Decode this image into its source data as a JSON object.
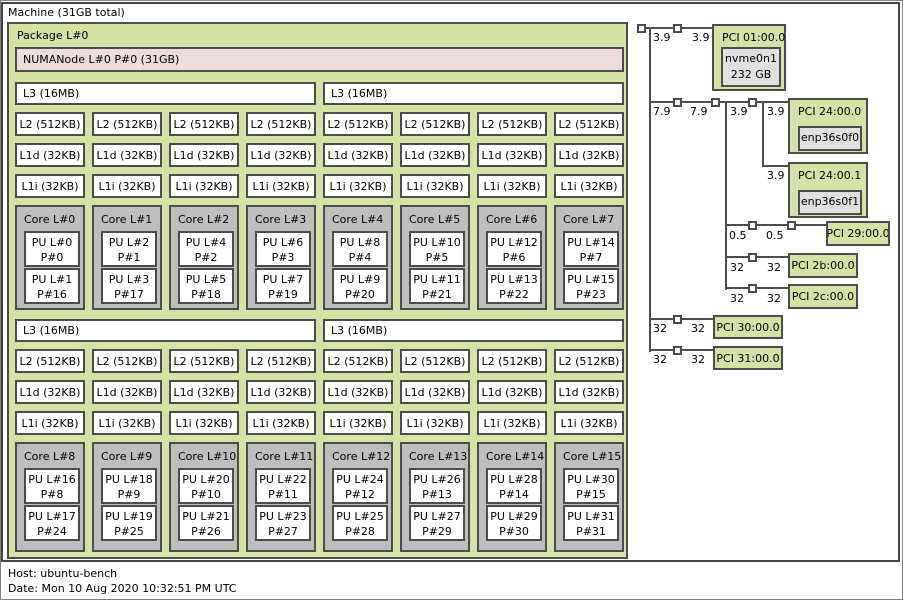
{
  "machine": {
    "label": "Machine (31GB total)"
  },
  "legend": {
    "host": "Host: ubuntu-bench",
    "date": "Date: Mon 10 Aug 2020 10:32:51 PM UTC"
  },
  "package": {
    "label": "Package L#0",
    "numanode": "NUMANode L#0 P#0 (31GB)",
    "halves": [
      {
        "l3": [
          "L3 (16MB)",
          "L3 (16MB)"
        ],
        "l2": [
          "L2 (512KB)",
          "L2 (512KB)",
          "L2 (512KB)",
          "L2 (512KB)",
          "L2 (512KB)",
          "L2 (512KB)",
          "L2 (512KB)",
          "L2 (512KB)"
        ],
        "l1d": [
          "L1d (32KB)",
          "L1d (32KB)",
          "L1d (32KB)",
          "L1d (32KB)",
          "L1d (32KB)",
          "L1d (32KB)",
          "L1d (32KB)",
          "L1d (32KB)"
        ],
        "l1i": [
          "L1i (32KB)",
          "L1i (32KB)",
          "L1i (32KB)",
          "L1i (32KB)",
          "L1i (32KB)",
          "L1i (32KB)",
          "L1i (32KB)",
          "L1i (32KB)"
        ],
        "cores": [
          {
            "label": "Core L#0",
            "pus": [
              [
                "PU L#0",
                "P#0"
              ],
              [
                "PU L#1",
                "P#16"
              ]
            ]
          },
          {
            "label": "Core L#1",
            "pus": [
              [
                "PU L#2",
                "P#1"
              ],
              [
                "PU L#3",
                "P#17"
              ]
            ]
          },
          {
            "label": "Core L#2",
            "pus": [
              [
                "PU L#4",
                "P#2"
              ],
              [
                "PU L#5",
                "P#18"
              ]
            ]
          },
          {
            "label": "Core L#3",
            "pus": [
              [
                "PU L#6",
                "P#3"
              ],
              [
                "PU L#7",
                "P#19"
              ]
            ]
          },
          {
            "label": "Core L#4",
            "pus": [
              [
                "PU L#8",
                "P#4"
              ],
              [
                "PU L#9",
                "P#20"
              ]
            ]
          },
          {
            "label": "Core L#5",
            "pus": [
              [
                "PU L#10",
                "P#5"
              ],
              [
                "PU L#11",
                "P#21"
              ]
            ]
          },
          {
            "label": "Core L#6",
            "pus": [
              [
                "PU L#12",
                "P#6"
              ],
              [
                "PU L#13",
                "P#22"
              ]
            ]
          },
          {
            "label": "Core L#7",
            "pus": [
              [
                "PU L#14",
                "P#7"
              ],
              [
                "PU L#15",
                "P#23"
              ]
            ]
          }
        ]
      },
      {
        "l3": [
          "L3 (16MB)",
          "L3 (16MB)"
        ],
        "l2": [
          "L2 (512KB)",
          "L2 (512KB)",
          "L2 (512KB)",
          "L2 (512KB)",
          "L2 (512KB)",
          "L2 (512KB)",
          "L2 (512KB)",
          "L2 (512KB)"
        ],
        "l1d": [
          "L1d (32KB)",
          "L1d (32KB)",
          "L1d (32KB)",
          "L1d (32KB)",
          "L1d (32KB)",
          "L1d (32KB)",
          "L1d (32KB)",
          "L1d (32KB)"
        ],
        "l1i": [
          "L1i (32KB)",
          "L1i (32KB)",
          "L1i (32KB)",
          "L1i (32KB)",
          "L1i (32KB)",
          "L1i (32KB)",
          "L1i (32KB)",
          "L1i (32KB)"
        ],
        "cores": [
          {
            "label": "Core L#8",
            "pus": [
              [
                "PU L#16",
                "P#8"
              ],
              [
                "PU L#17",
                "P#24"
              ]
            ]
          },
          {
            "label": "Core L#9",
            "pus": [
              [
                "PU L#18",
                "P#9"
              ],
              [
                "PU L#19",
                "P#25"
              ]
            ]
          },
          {
            "label": "Core L#10",
            "pus": [
              [
                "PU L#20",
                "P#10"
              ],
              [
                "PU L#21",
                "P#26"
              ]
            ]
          },
          {
            "label": "Core L#11",
            "pus": [
              [
                "PU L#22",
                "P#11"
              ],
              [
                "PU L#23",
                "P#27"
              ]
            ]
          },
          {
            "label": "Core L#12",
            "pus": [
              [
                "PU L#24",
                "P#12"
              ],
              [
                "PU L#25",
                "P#28"
              ]
            ]
          },
          {
            "label": "Core L#13",
            "pus": [
              [
                "PU L#26",
                "P#13"
              ],
              [
                "PU L#27",
                "P#29"
              ]
            ]
          },
          {
            "label": "Core L#14",
            "pus": [
              [
                "PU L#28",
                "P#14"
              ],
              [
                "PU L#29",
                "P#30"
              ]
            ]
          },
          {
            "label": "Core L#15",
            "pus": [
              [
                "PU L#30",
                "P#15"
              ],
              [
                "PU L#31",
                "P#31"
              ]
            ]
          }
        ]
      }
    ]
  },
  "pci": {
    "devices": [
      {
        "id": "pci01",
        "label": "PCI 01:00.0",
        "device": [
          "nvme0n1",
          "232 GB"
        ]
      },
      {
        "id": "pci2400",
        "label": "PCI 24:00.0",
        "device": [
          "enp36s0f0"
        ]
      },
      {
        "id": "pci2401",
        "label": "PCI 24:00.1",
        "device": [
          "enp36s0f1"
        ]
      },
      {
        "id": "pci29",
        "label": "PCI 29:00.0"
      },
      {
        "id": "pci2b",
        "label": "PCI 2b:00.0"
      },
      {
        "id": "pci2c",
        "label": "PCI 2c:00.0"
      },
      {
        "id": "pci30",
        "label": "PCI 30:00.0"
      },
      {
        "id": "pci31",
        "label": "PCI 31:00.0"
      }
    ],
    "speed_labels": [
      "3.9",
      "3.9",
      "7.9",
      "7.9",
      "3.9",
      "3.9",
      "3.9",
      "0.5",
      "0.5",
      "32",
      "32",
      "32",
      "32",
      "32",
      "32",
      "32",
      "32"
    ]
  },
  "colors": {
    "package_green": "#d5e2a6",
    "numa_pink": "#eedcdc",
    "core_gray": "#bebebe",
    "device_gray": "#e0e0e0",
    "line": "#4c4c4c"
  }
}
